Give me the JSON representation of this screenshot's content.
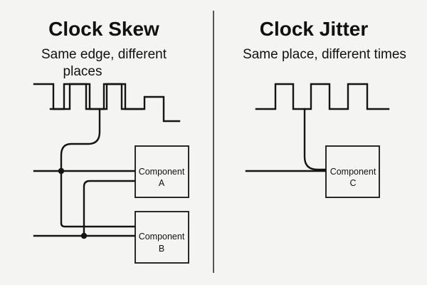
{
  "skew": {
    "title": "Clock Skew",
    "subtitle_line1": "Same edge, different",
    "subtitle_line2": "places",
    "component_a": {
      "line1": "Component",
      "line2": "A"
    },
    "component_b": {
      "line1": "Component",
      "line2": "B"
    }
  },
  "jitter": {
    "title": "Clock Jitter",
    "subtitle": "Same place, different times",
    "component_c": {
      "line1": "Component",
      "line2": "C"
    }
  }
}
